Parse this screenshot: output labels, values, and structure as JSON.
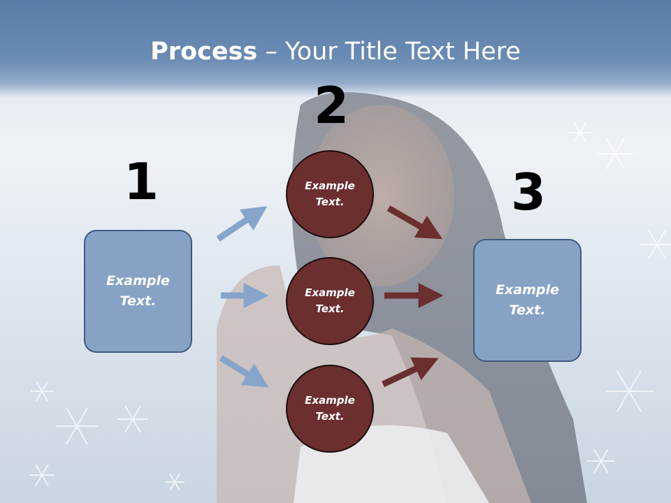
{
  "title": {
    "bold": "Process",
    "rest": " – Your Title Text Here"
  },
  "steps": {
    "n1": "1",
    "n2": "2",
    "n3": "3"
  },
  "boxes": {
    "left": "Example\nText.",
    "right": "Example\nText."
  },
  "circles": [
    "Example\nText.",
    "Example\nText.",
    "Example\nText."
  ],
  "colors": {
    "title_band": "#6a8bb3",
    "box_fill": "#86a2c5",
    "box_border": "#3e5a80",
    "circle_fill": "#6b2f2f",
    "blue_arrow": "#87a5cb",
    "red_arrow": "#6b2f2f"
  }
}
